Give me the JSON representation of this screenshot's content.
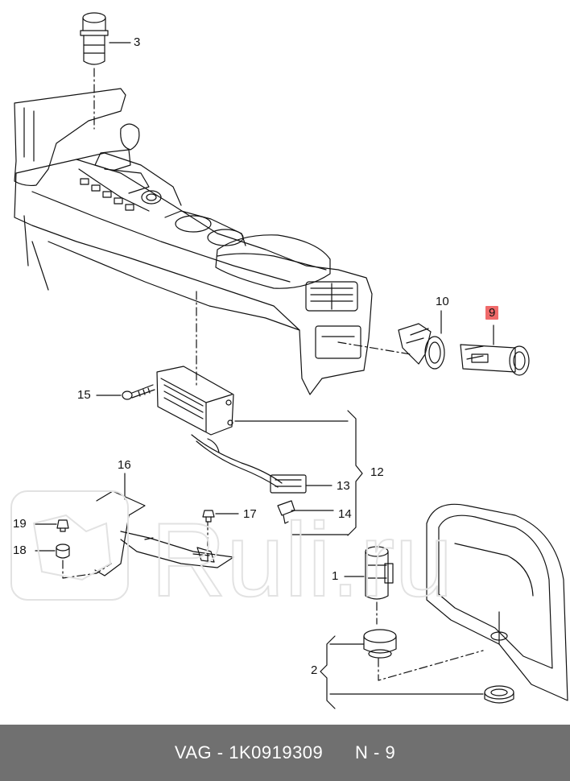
{
  "callouts": [
    {
      "id": "1",
      "text": "1"
    },
    {
      "id": "2",
      "text": "2"
    },
    {
      "id": "3",
      "text": "3"
    },
    {
      "id": "9",
      "text": "9",
      "highlighted": true
    },
    {
      "id": "10",
      "text": "10"
    },
    {
      "id": "12",
      "text": "12"
    },
    {
      "id": "13",
      "text": "13"
    },
    {
      "id": "14",
      "text": "14"
    },
    {
      "id": "15",
      "text": "15"
    },
    {
      "id": "16",
      "text": "16"
    },
    {
      "id": "17",
      "text": "17"
    },
    {
      "id": "18",
      "text": "18"
    },
    {
      "id": "19",
      "text": "19"
    }
  ],
  "watermark": {
    "text": "Ruli.ru"
  },
  "footer": {
    "brand": "VAG",
    "separator": "-",
    "part_number": "1K0919309",
    "ref_prefix": "N",
    "ref_separator": "-",
    "ref_number": "9"
  },
  "colors": {
    "highlight": "#f06a6a",
    "footer_bg": "#707070",
    "footer_text": "#ffffff"
  }
}
